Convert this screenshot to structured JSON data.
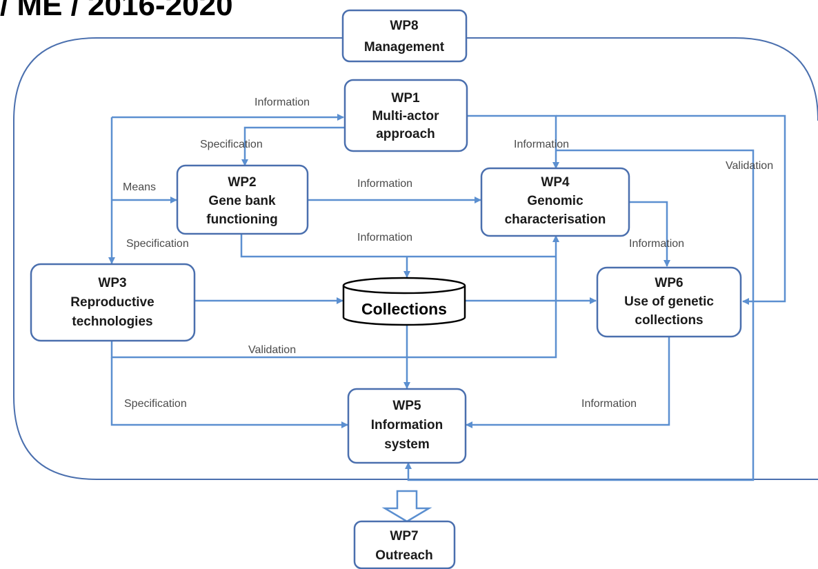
{
  "page_heading": "/ ME / 2016-2020",
  "colors": {
    "box_border": "#4a6fae",
    "arrow": "#5b8fd0",
    "frame": "#4a6fae",
    "text": "#1a1a1a",
    "label": "#4a4a4a"
  },
  "nodes": {
    "wp8": {
      "line1": "WP8",
      "line2": "Management"
    },
    "wp1": {
      "line1": "WP1",
      "line2": "Multi-actor",
      "line3": "approach"
    },
    "wp2": {
      "line1": "WP2",
      "line2": "Gene bank",
      "line3": "functioning"
    },
    "wp4": {
      "line1": "WP4",
      "line2": "Genomic",
      "line3": "characterisation"
    },
    "wp3": {
      "line1": "WP3",
      "line2": "Reproductive",
      "line3": "technologies"
    },
    "collections": {
      "label": "Collections"
    },
    "wp6": {
      "line1": "WP6",
      "line2": "Use of genetic",
      "line3": "collections"
    },
    "wp5": {
      "line1": "WP5",
      "line2": "Information",
      "line3": "system"
    },
    "wp7": {
      "line1": "WP7",
      "line2": "Outreach"
    }
  },
  "edge_labels": {
    "wp3_to_wp1_information": "Information",
    "wp1_to_wp2_specification": "Specification",
    "wp1_to_wp4_information": "Information",
    "wp1_to_wp6_validation": "Validation",
    "wp3_to_wp2_means": "Means",
    "wp2_to_wp4_information": "Information",
    "wp2_to_collections_information": "Information",
    "wp3_specification": "Specification",
    "wp4_to_wp6_information": "Information",
    "wp3_to_wp4_validation": "Validation",
    "wp3_to_wp5_specification": "Specification",
    "wp6_to_wp5_information": "Information"
  }
}
